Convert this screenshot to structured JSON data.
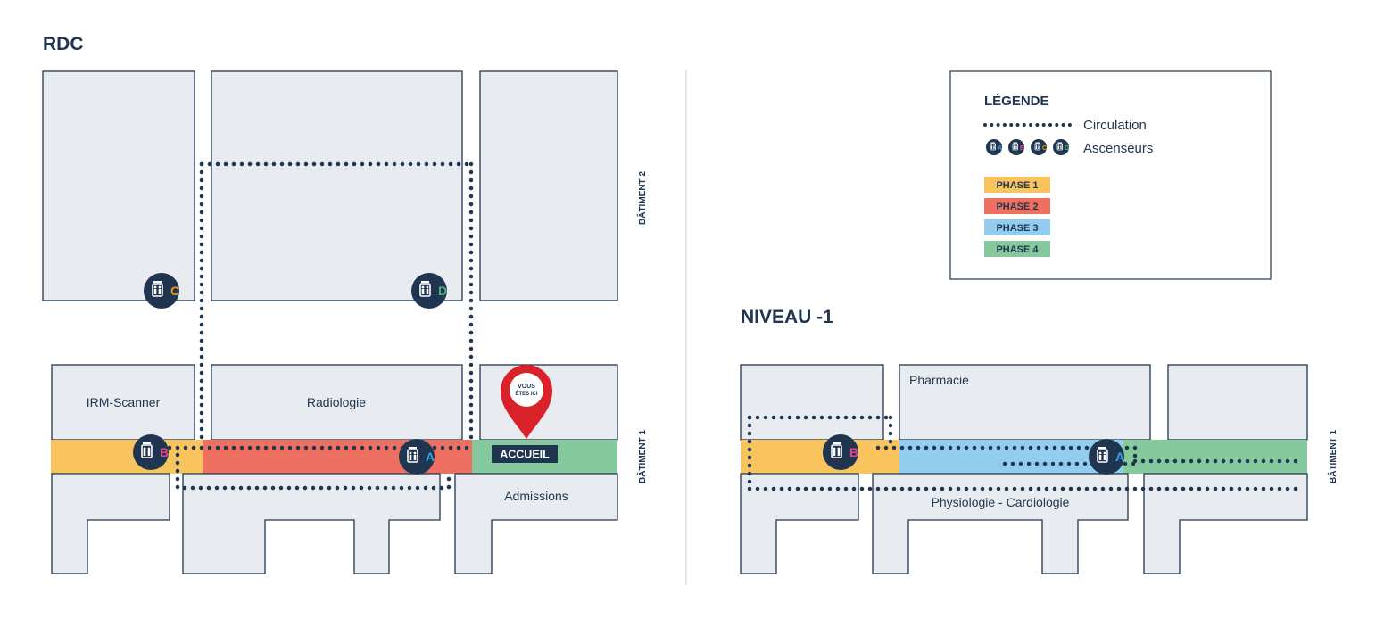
{
  "rdc": {
    "title": "RDC",
    "rooms": {
      "irm": "IRM-Scanner",
      "radiologie": "Radiologie",
      "admissions": "Admissions",
      "accueil": "ACCUEIL",
      "vous_etes_ici_line1": "VOUS",
      "vous_etes_ici_line2": "ÊTES ICI"
    },
    "elevators": {
      "a": "A",
      "b": "B",
      "c": "C",
      "d": "D"
    },
    "batiment_1": "BÂTIMENT 1",
    "batiment_2": "BÂTIMENT 2"
  },
  "niveau_moins_1": {
    "title": "NIVEAU -1",
    "rooms": {
      "pharmacie": "Pharmacie",
      "physiologie": "Physiologie - Cardiologie"
    },
    "elevators": {
      "a": "A",
      "b": "B"
    },
    "batiment_1": "BÂTIMENT 1"
  },
  "legend": {
    "title": "LÉGENDE",
    "circulation": "Circulation",
    "ascenseurs": "Ascenseurs",
    "elevator_letters": [
      "A",
      "B",
      "C",
      "D"
    ],
    "phases": [
      {
        "label": "PHASE 1",
        "color": "#f9c35e"
      },
      {
        "label": "PHASE 2",
        "color": "#ee7061"
      },
      {
        "label": "PHASE 3",
        "color": "#92cdf0"
      },
      {
        "label": "PHASE 4",
        "color": "#86c99d"
      }
    ]
  },
  "colors": {
    "navy": "#1f3550",
    "marker_red": "#d9222a",
    "elevator_a": "#38a6e6",
    "elevator_b": "#e04a8c",
    "elevator_c": "#f39a1e",
    "elevator_d": "#4fb07a"
  },
  "icons": [
    "elevator-icon",
    "location-pin-icon"
  ]
}
